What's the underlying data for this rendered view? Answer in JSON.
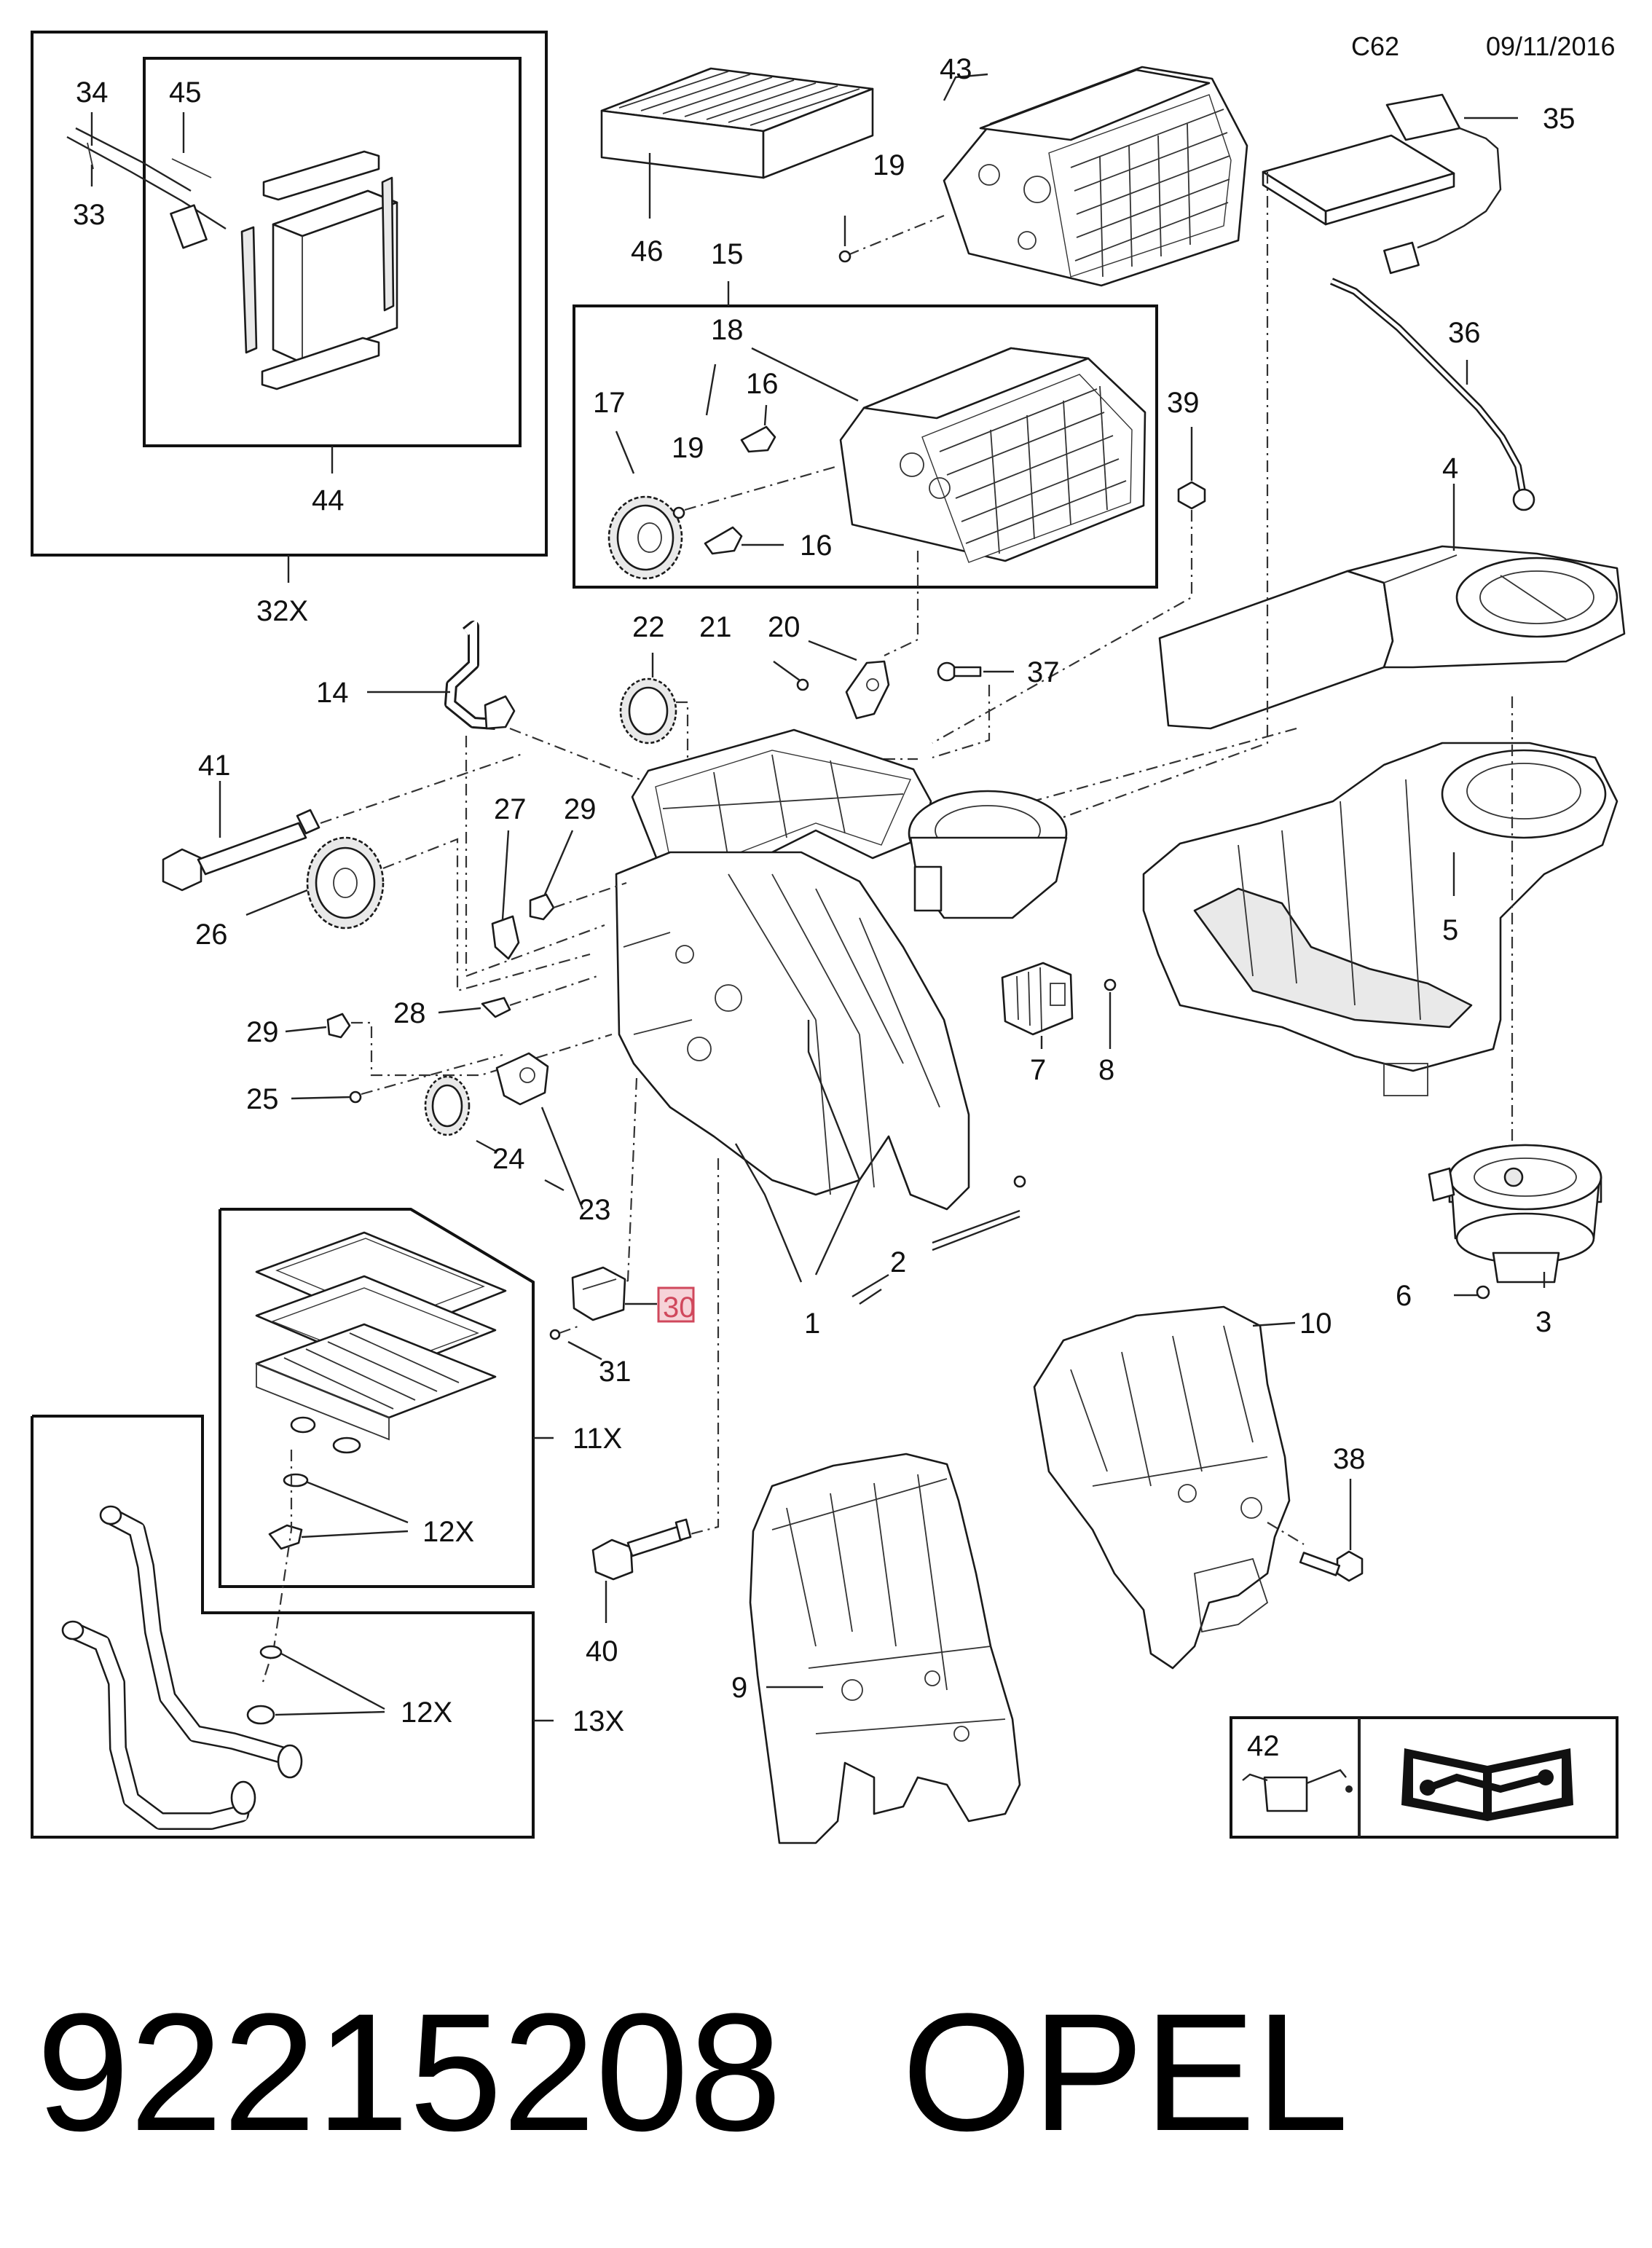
{
  "header": {
    "code": "C62",
    "date": "09/11/2016"
  },
  "callouts": {
    "n1": "1",
    "n2": "2",
    "n3": "3",
    "n4": "4",
    "n5": "5",
    "n6": "6",
    "n7": "7",
    "n8": "8",
    "n9": "9",
    "n10": "10",
    "n14": "14",
    "n15": "15",
    "n16a": "16",
    "n16b": "16",
    "n17": "17",
    "n18": "18",
    "n19a": "19",
    "n19b": "19",
    "n20": "20",
    "n21": "21",
    "n22": "22",
    "n23": "23",
    "n24": "24",
    "n25": "25",
    "n26": "26",
    "n27": "27",
    "n28": "28",
    "n29a": "29",
    "n29b": "29",
    "n30": "30",
    "n31": "31",
    "n33": "33",
    "n34": "34",
    "n35": "35",
    "n36": "36",
    "n37": "37",
    "n38": "38",
    "n39": "39",
    "n40": "40",
    "n41": "41",
    "n42": "42",
    "n43": "43",
    "n44": "44",
    "n45": "45",
    "n46": "46",
    "k11x": "11X",
    "k12xa": "12X",
    "k12xb": "12X",
    "k13x": "13X",
    "k32x": "32X"
  },
  "highlight": {
    "label": "30",
    "fill": "#f6d3d8",
    "stroke": "#d0485c"
  },
  "footer": {
    "part_number": "92215208",
    "brand": "OPEL"
  },
  "icons": [
    "oil-can-icon",
    "repair-manual-icon"
  ]
}
